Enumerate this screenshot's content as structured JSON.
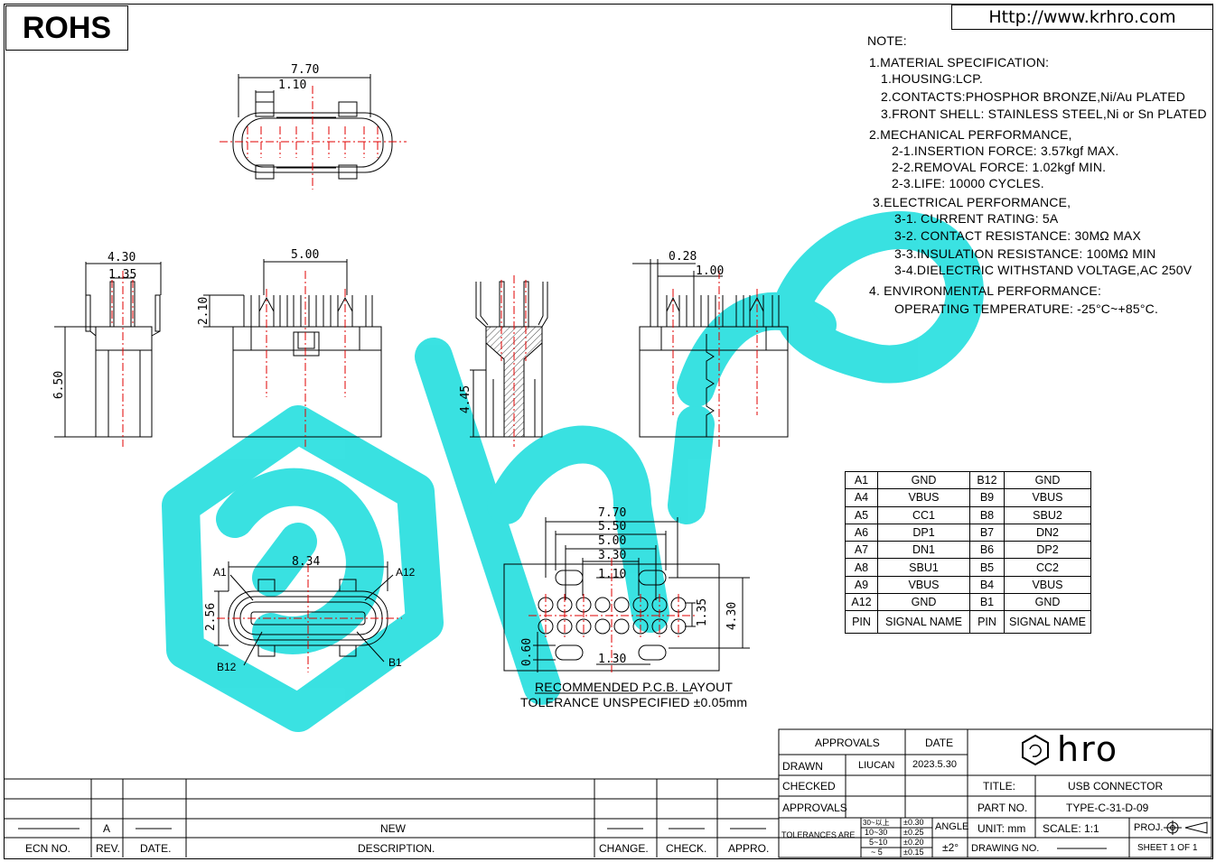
{
  "header": {
    "rohs": "ROHS",
    "url": "Http://www.krhro.com"
  },
  "notes": [
    "NOTE:",
    "1.MATERIAL  SPECIFICATION:",
    "1.HOUSING:LCP.",
    "2.CONTACTS:PHOSPHOR  BRONZE,Ni/Au  PLATED",
    "3.FRONT  SHELL:  STAINLESS  STEEL,Ni  or  Sn  PLATED",
    "2.MECHANICAL  PERFORMANCE,",
    "2-1.INSERTION  FORCE:  3.57kgf  MAX.",
    "2-2.REMOVAL  FORCE:  1.02kgf  MIN.",
    "2-3.LIFE:  10000  CYCLES.",
    "3.ELECTRICAL  PERFORMANCE,",
    "3-1.  CURRENT  RATING:  5A",
    "3-2.  CONTACT  RESISTANCE:  30MΩ    MAX",
    "3-3.INSULATION  RESISTANCE:  100MΩ    MIN",
    "3-4.DIELECTRIC  WITHSTAND  VOLTAGE,AC  250V",
    "4.  ENVIRONMENTAL  PERFORMANCE:",
    "OPERATING  TEMPERATURE:  -25°C~+85°C."
  ],
  "dimensions": {
    "top_770": "7.70",
    "top_110": "1.10",
    "side_430": "4.30",
    "side_135": "1.35",
    "side_650": "6.50",
    "front_500": "5.00",
    "front_210": "2.10",
    "section_445": "4.45",
    "right_028": "0.28",
    "right_100": "1.00",
    "mating_834": "8.34",
    "mating_256": "2.56",
    "mating_a1": "A1",
    "mating_a12": "A12",
    "mating_b12": "B12",
    "mating_b1": "B1",
    "pcb_770": "7.70",
    "pcb_550": "5.50",
    "pcb_500": "5.00",
    "pcb_330": "3.30",
    "pcb_110": "1.10",
    "pcb_135": "1.35",
    "pcb_430": "4.30",
    "pcb_060": "0.60",
    "pcb_130": "1.30"
  },
  "pcb": {
    "caption": "RECOMMENDED  P.C.B.  LAYOUT",
    "tolerance": "TOLERANCE  UNSPECIFIED  ±0.05mm"
  },
  "pin_table": {
    "rows": [
      [
        "A1",
        "GND",
        "B12",
        "GND"
      ],
      [
        "A4",
        "VBUS",
        "B9",
        "VBUS"
      ],
      [
        "A5",
        "CC1",
        "B8",
        "SBU2"
      ],
      [
        "A6",
        "DP1",
        "B7",
        "DN2"
      ],
      [
        "A7",
        "DN1",
        "B6",
        "DP2"
      ],
      [
        "A8",
        "SBU1",
        "B5",
        "CC2"
      ],
      [
        "A9",
        "VBUS",
        "B4",
        "VBUS"
      ],
      [
        "A12",
        "GND",
        "B1",
        "GND"
      ]
    ],
    "footer": [
      "PIN",
      "SIGNAL NAME",
      "PIN",
      "SIGNAL NAME"
    ]
  },
  "revision": {
    "ecn_no": "ECN  NO.",
    "rev": "REV.",
    "date": "DATE.",
    "description": "DESCRIPTION.",
    "change": "CHANGE.",
    "check": "CHECK.",
    "appro": "APPRO.",
    "rev_value": "A",
    "desc_value": "NEW"
  },
  "title_block": {
    "approvals_header": "APPROVALS",
    "date_header": "DATE",
    "drawn": "DRAWN",
    "drawn_by": "LIUCAN",
    "drawn_date": "2023.5.30",
    "checked": "CHECKED",
    "approvals": "APPROVALS",
    "tolerances_label": "TOLERANCES  ARE",
    "tol_ranges": [
      "30~以上",
      "10~30",
      "5~10",
      "~ 5"
    ],
    "tol_values": [
      "±0.30",
      "±0.25",
      "±0.20",
      "±0.15"
    ],
    "angle": "ANGLE",
    "angle_value": "±2°",
    "logo": "hro",
    "title_label": "TITLE:",
    "title_value": "USB  CONNECTOR",
    "part_label": "PART  NO.",
    "part_value": "TYPE-C-31-D-09",
    "unit": "UNIT:  mm",
    "scale": "SCALE:    1:1",
    "proj": "PROJ.",
    "drawing_no": "DRAWING  NO.",
    "sheet": "SHEET    1  OF  1"
  },
  "colors": {
    "watermark": "#2fe0e0",
    "centerline": "#e00000",
    "line": "#000000"
  }
}
